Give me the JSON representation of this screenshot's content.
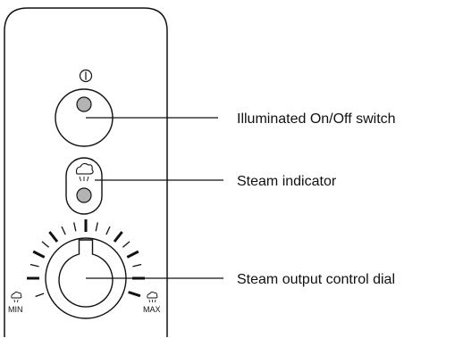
{
  "labels": {
    "power_switch": "Illuminated On/Off switch",
    "steam_indicator": "Steam indicator",
    "steam_dial": "Steam output control dial"
  },
  "dial_scale": {
    "min_label": "MIN",
    "max_label": "MAX"
  },
  "icons": {
    "power": "power-symbol-icon",
    "steam": "steam-cloud-icon"
  },
  "colors": {
    "stroke": "#111111",
    "light": "#b3b3b3",
    "background": "#ffffff"
  }
}
